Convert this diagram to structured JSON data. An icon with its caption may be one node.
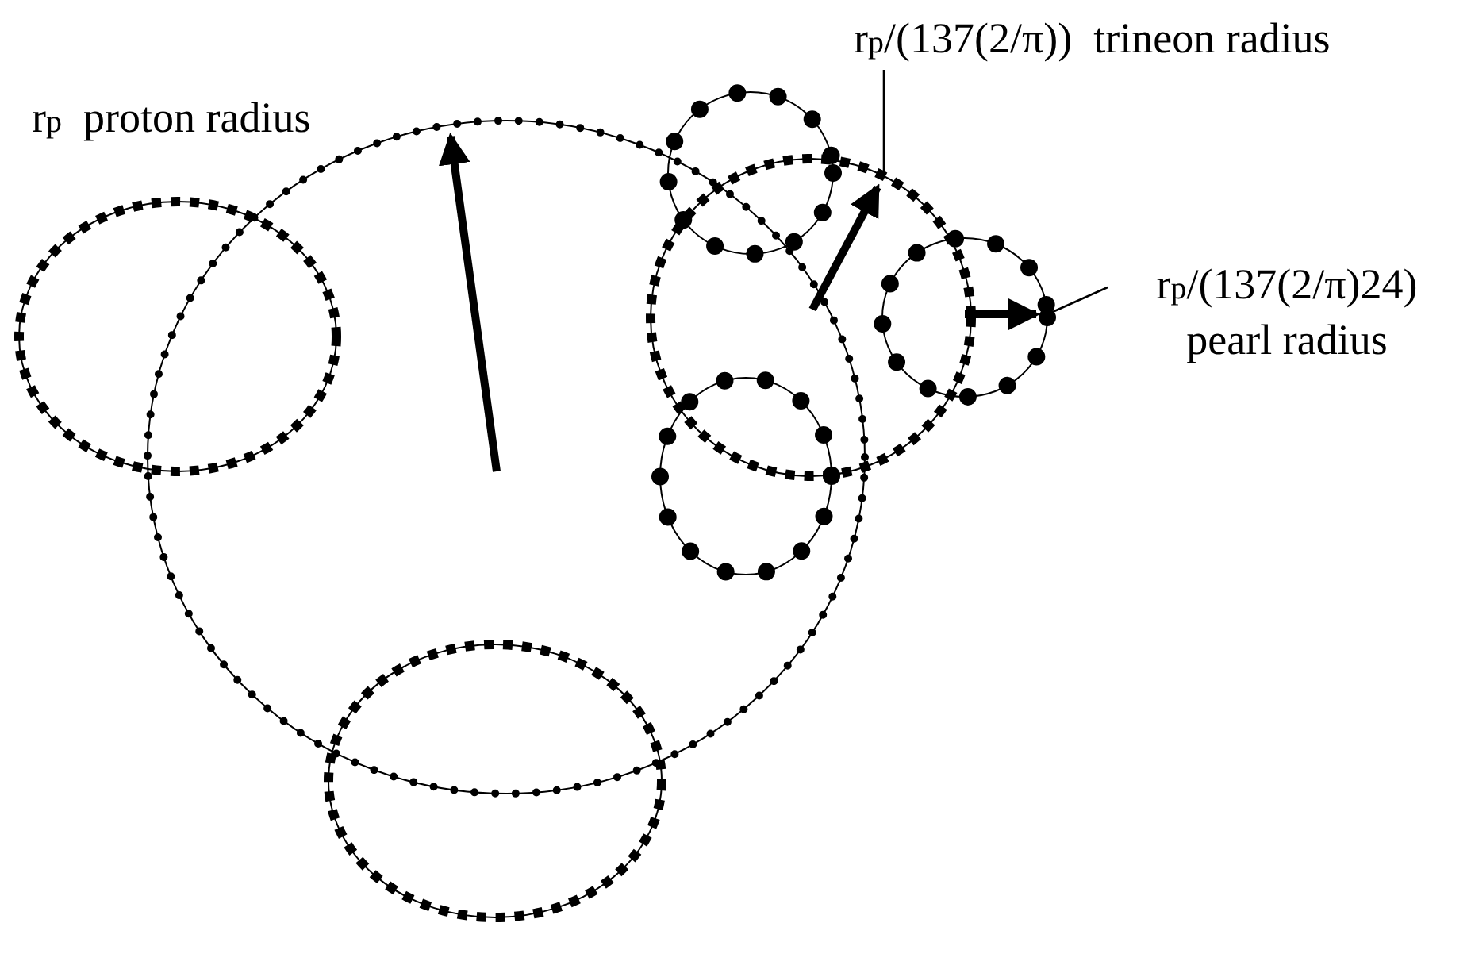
{
  "diagram": {
    "nodes": [
      {
        "text": [
          "r$_{p}$/(137(2/π))  trineon radius"
        ]
      },
      {
        "text": [],
        "shape": "circle"
      },
      {
        "text": [
          "r$_{p}$/(137(2/π)24) pearl radius"
        ]
      },
      {
        "text": [],
        "shape": "circle"
      }
    ],
    "edges": [
      {
        "from": 0,
        "to": 1,
        "arrow": "none"
      },
      {
        "from": 2,
        "to": 3,
        "arrow": "none"
      }
    ],
    "labels": [
      "r$_{p}$  proton radius"
    ]
  }
}
